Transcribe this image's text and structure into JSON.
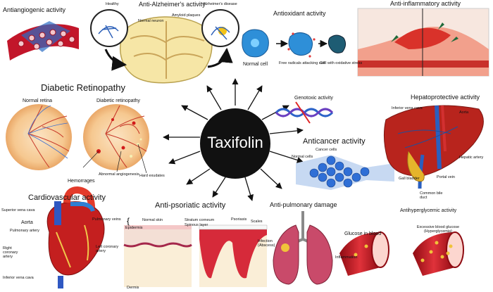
{
  "center": {
    "title": "Taxifolin"
  },
  "panels": {
    "antiangiogenic": {
      "title": "Antiangiogenic activity"
    },
    "alzheimer": {
      "title": "Anti-Alzheimer's activity",
      "healthy": "Healthy",
      "disease": "Alzheimer's disease",
      "neuron": "Normal neuron",
      "plaques": "Amyloid plaques"
    },
    "antioxidant": {
      "title": "Antioxidant activity",
      "normal_cell": "Normal cell",
      "free_radicals": "Free radicals attacking cell",
      "oxidative": "Cell with oxidative stress"
    },
    "antiinflammatory": {
      "title": "Anti-inflammatory activity"
    },
    "retinopathy": {
      "title": "Diabetic Retinopathy",
      "normal": "Normal retina",
      "diabetic": "Diabetic retinopathy",
      "hemorrhages": "Hemorrages",
      "angiogenesis": "Abnormal angiogenesis",
      "exudates": "Hard exudates"
    },
    "genotoxic": {
      "title": "Genotoxic activity"
    },
    "anticancer": {
      "title": "Anticancer activity",
      "cancer_cells": "Cancer cells",
      "normal_cells": "Normal cells"
    },
    "hepatoprotective": {
      "title": "Hepatoprotective activity",
      "ivc": "Inferior vena cava",
      "aorta": "Aorta",
      "hepatic_artery": "Hepatic artery",
      "gall_bladder": "Gall bladder",
      "portal_vein": "Portal vein",
      "bile_duct": "Common bile duct"
    },
    "cardio": {
      "title": "Cardiovascular activity",
      "svc": "Superior vena cava",
      "aorta": "Aorta",
      "pulm_artery": "Pulmonary artery",
      "pulm_veins": "Pulmonary veins",
      "rca": "Right coronary artery",
      "lca": "Left coronary artery",
      "ivc": "Inferior vena cava"
    },
    "psoriatic": {
      "title": "Anti-psoriatic activity",
      "normal_skin": "Normal skin",
      "epidermis": "Epidermis",
      "corneum": "Stratum corneum",
      "spinous": "Spinous layer",
      "psoriasis": "Psoriasis",
      "scales": "Scales",
      "dermis": "Dermis"
    },
    "pulmonary": {
      "title": "Anti-pulmonary damage",
      "infection": "Infection (Abscess)",
      "inflammation": "Inflammation"
    },
    "hyperglycemic": {
      "title": "Antihyperglycemic activity",
      "glucose": "Glucose in blood",
      "excessive": "Excessive blood glucose (Hyperglycemia)"
    }
  }
}
